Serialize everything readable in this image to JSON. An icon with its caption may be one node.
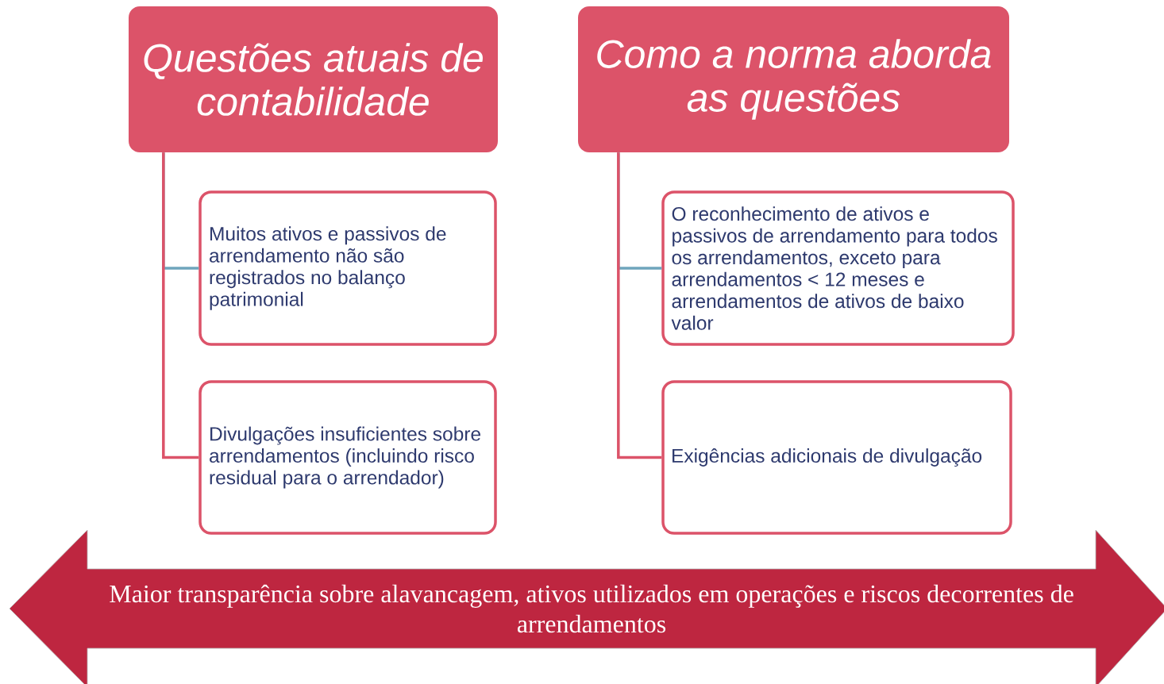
{
  "diagram": {
    "nodes": [
      {
        "text": [
          "Questões atuais de contabilidade"
        ]
      },
      {
        "text": [
          "Muitos ativos e passivos de arrendamento não são registrados no balanço patrimonial"
        ]
      },
      {
        "text": [
          "Divulgações insuficientes sobre arrendamentos (incluindo risco residual para o arrendador)"
        ]
      },
      {
        "text": [
          "Como a norma aborda as questões"
        ]
      },
      {
        "text": [
          "O reconhecimento de ativos e passivos de arrendamento para todos os arrendamentos, exceto para arrendamentos < 12 meses e arrendamentos de ativos de baixo valor"
        ]
      },
      {
        "text": [
          "Exigências adicionais de divulgação"
        ]
      },
      {
        "text": [
          "Maior transparência sobre alavancagem, ativos utilizados em operações e riscos decorrentes de arrendamentos"
        ]
      }
    ],
    "edges": [
      {
        "from": 0,
        "to": 1,
        "arrow": "none",
        "color": "#6fa5bd"
      },
      {
        "from": 0,
        "to": 2,
        "arrow": "none",
        "color": "#dc5369"
      },
      {
        "from": 3,
        "to": 4,
        "arrow": "none",
        "color": "#6fa5bd"
      },
      {
        "from": 3,
        "to": 5,
        "arrow": "none",
        "color": "#dc5369"
      }
    ]
  }
}
